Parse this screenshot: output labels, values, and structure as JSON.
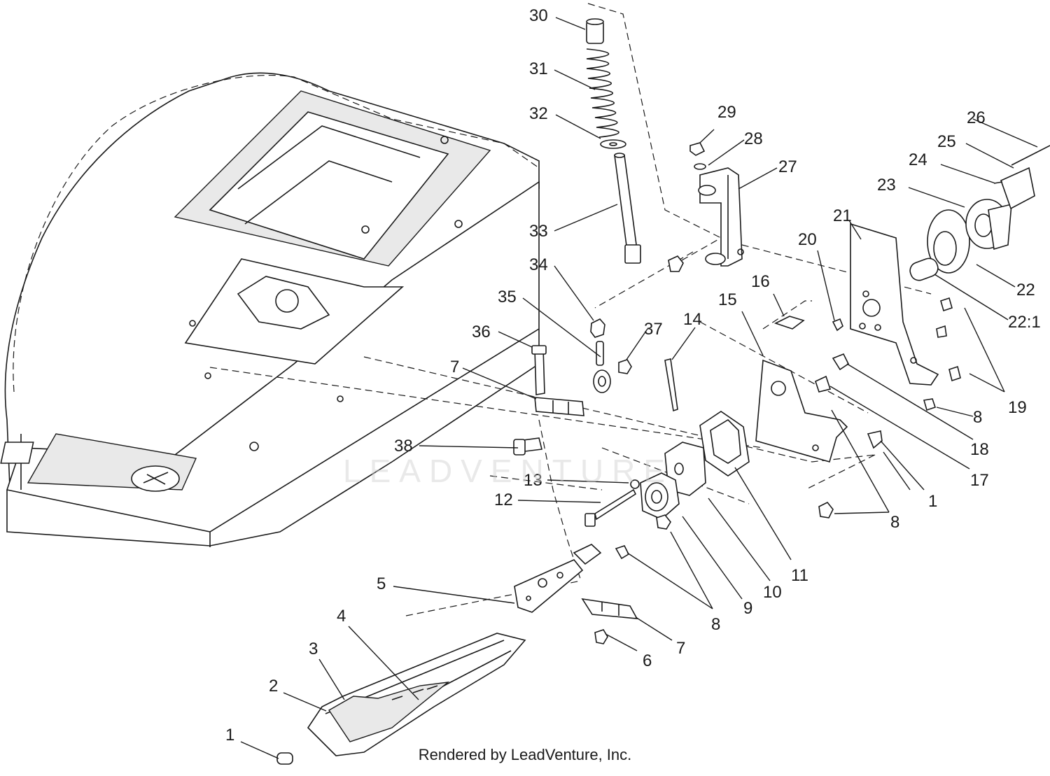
{
  "footer": {
    "credit": "Rendered by LeadVenture, Inc."
  },
  "watermark": {
    "text": "LEADVENTURE"
  },
  "callouts": {
    "c30": "30",
    "c31": "31",
    "c32": "32",
    "c33": "33",
    "c34": "34",
    "c35": "35",
    "c36": "36",
    "c37": "37",
    "c38": "38",
    "c29": "29",
    "c28": "28",
    "c27": "27",
    "c26": "26",
    "c25": "25",
    "c24": "24",
    "c23": "23",
    "c22": "22",
    "c22_1": "22:1",
    "c21": "21",
    "c20": "20",
    "c19": "19",
    "c18": "18",
    "c17": "17",
    "c16": "16",
    "c15": "15",
    "c14": "14",
    "c13": "13",
    "c12": "12",
    "c11": "11",
    "c10": "10",
    "c9": "9",
    "c8a": "8",
    "c8b": "8",
    "c8c": "8",
    "c7a": "7",
    "c7b": "7",
    "c6": "6",
    "c5": "5",
    "c4": "4",
    "c3": "3",
    "c2": "2",
    "c1a": "1",
    "c1b": "1"
  }
}
